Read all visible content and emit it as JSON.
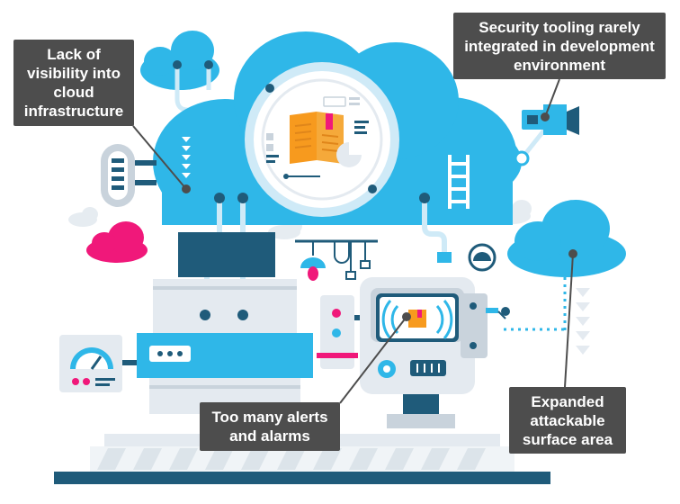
{
  "callouts": {
    "visibility": "Lack of visibility into cloud infrastructure",
    "security": "Security tooling rarely integrated in development environment",
    "alerts": "Too many alerts and alarms",
    "surface": "Expanded attackable surface area"
  },
  "colors": {
    "cloud_blue": "#2fb7e8",
    "light_blue": "#cfeaf7",
    "navy": "#1f5b7a",
    "grey_light": "#e4eaf0",
    "grey_mid": "#c9d3dc",
    "pink": "#f0187a",
    "orange": "#f79a1e",
    "callout_bg": "#4d4d4d"
  },
  "icons": [
    "cloud-icon",
    "book-icon",
    "camera-icon",
    "gauge-icon",
    "ladder-icon",
    "radar-screen-icon",
    "lamp-icon"
  ]
}
